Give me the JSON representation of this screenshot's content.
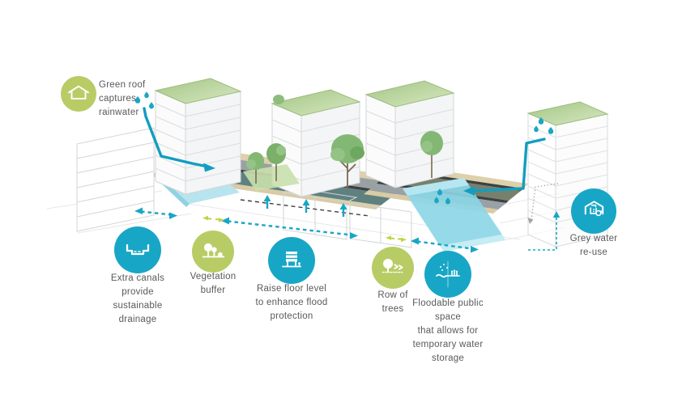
{
  "colors": {
    "teal": "#18a6c6",
    "lime": "#b8cc66",
    "pipe_teal": "#129ec0",
    "new_canal_blue": "#b8e4ef",
    "floodable_blue": "#8bd6e7",
    "canal_water_left": "#5e8180",
    "canal_water_right": "#77806c",
    "road_grey": "#9aa1a4",
    "sand": "#d9cba6",
    "roof_grass": "#b9d49a",
    "tree_green": "#82b873",
    "text_grey": "#58595c",
    "outline_grey": "#d4d6d7"
  },
  "annotations": [
    {
      "id": "green-roof",
      "icon": "green-roof-house-icon",
      "circle_color": "#b8cc66",
      "lines": [
        "Green roof",
        "captures",
        "rainwater"
      ]
    },
    {
      "id": "extra-canals",
      "icon": "canal-cross-section-icon",
      "circle_color": "#18a6c6",
      "lines": [
        "Extra canals",
        "provide",
        "sustainable",
        "drainage"
      ]
    },
    {
      "id": "vegetation-buffer",
      "icon": "vegetation-trees-icon",
      "circle_color": "#b8cc66",
      "lines": [
        "Vegetation",
        "buffer"
      ]
    },
    {
      "id": "raise-floor-level",
      "icon": "raised-building-icon",
      "circle_color": "#18a6c6",
      "lines": [
        "Raise floor level",
        "to enhance flood",
        "protection"
      ]
    },
    {
      "id": "row-of-trees",
      "icon": "tree-row-arrows-icon",
      "circle_color": "#b8cc66",
      "lines": [
        "Row of",
        "trees"
      ]
    },
    {
      "id": "floodable-public-space",
      "icon": "floodable-space-icon",
      "circle_color": "#18a6c6",
      "lines": [
        "Floodable public",
        "space",
        "that allows for",
        "temporary water",
        "storage"
      ]
    },
    {
      "id": "grey-water-reuse",
      "icon": "grey-water-recycle-icon",
      "circle_color": "#18a6c6",
      "lines": [
        "Grey water",
        "re-use"
      ]
    }
  ],
  "scene": {
    "elements": [
      "left-apartment-outline",
      "green-roof-slab-building",
      "mid-building-1",
      "mid-building-2",
      "courtyard-trees",
      "right-tower-green-roof",
      "street-left-with-canal",
      "street-right-with-canal",
      "new-canal",
      "floodable-public-space-water",
      "rain-downpipe-left",
      "rain-downpipe-right",
      "ground-level-dashed-line",
      "raise-level-up-arrows",
      "extent-arrows",
      "greywater-riser-arrow",
      "greywater-dotted-path",
      "rain-droplets"
    ]
  }
}
